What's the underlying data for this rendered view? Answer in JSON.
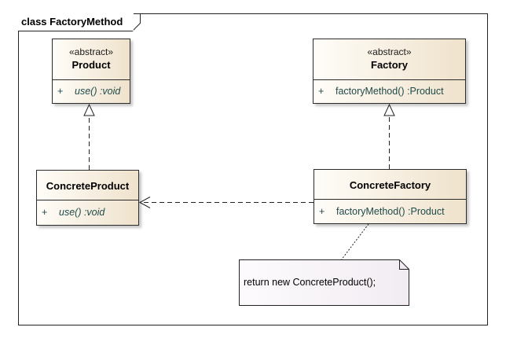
{
  "frame": {
    "title": "class FactoryMethod"
  },
  "classes": {
    "product": {
      "stereotype": "«abstract»",
      "name": "Product",
      "operation": {
        "visibility": "+",
        "signature": "use()  :void"
      }
    },
    "factory": {
      "stereotype": "«abstract»",
      "name": "Factory",
      "operation": {
        "visibility": "+",
        "signature": "factoryMethod()  :Product"
      }
    },
    "concrete_product": {
      "name": "ConcreteProduct",
      "operation": {
        "visibility": "+",
        "signature": "use()  :void"
      }
    },
    "concrete_factory": {
      "name": "ConcreteFactory",
      "operation": {
        "visibility": "+",
        "signature": "factoryMethod()  :Product"
      }
    }
  },
  "note": {
    "text": "return new ConcreteProduct();"
  },
  "colors": {
    "class_fill_light": "#fffdf8",
    "class_fill_dark": "#efe2cc",
    "operation_text": "#1f4a4a",
    "note_fill": "#f7f3f8"
  }
}
